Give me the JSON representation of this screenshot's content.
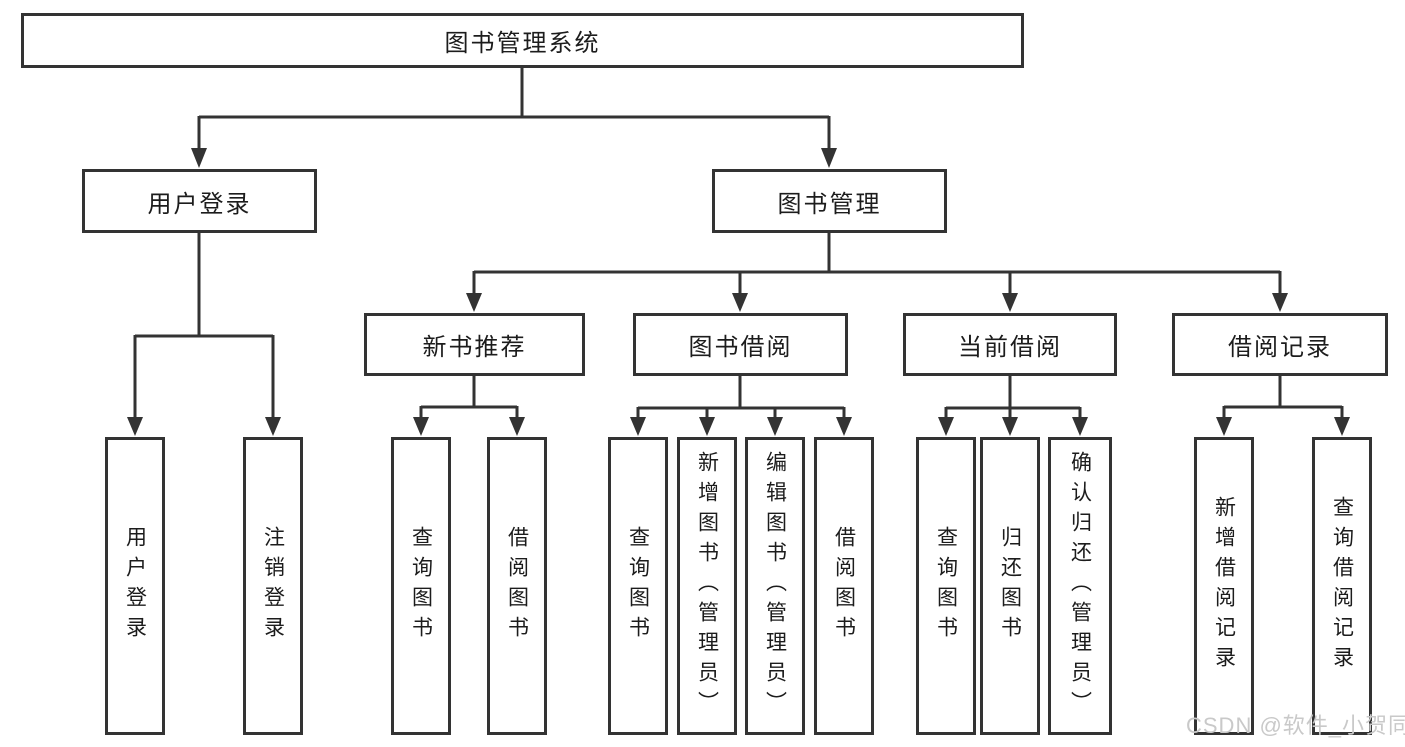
{
  "diagram": {
    "colors": {
      "line": "#333333",
      "text": "#1c1c1c",
      "background": "#ffffff",
      "watermark": "#c9c9c9"
    },
    "watermark": "CSDN @软件_小贺同学",
    "tree": {
      "label": "图书管理系统",
      "children": [
        {
          "label": "用户登录",
          "children": [
            {
              "label": "用户登录"
            },
            {
              "label": "注销登录"
            }
          ]
        },
        {
          "label": "图书管理",
          "children": [
            {
              "label": "新书推荐",
              "children": [
                {
                  "label": "查询图书"
                },
                {
                  "label": "借阅图书"
                }
              ]
            },
            {
              "label": "图书借阅",
              "children": [
                {
                  "label": "查询图书"
                },
                {
                  "label": "新增图书（管理员）"
                },
                {
                  "label": "编辑图书（管理员）"
                },
                {
                  "label": "借阅图书"
                }
              ]
            },
            {
              "label": "当前借阅",
              "children": [
                {
                  "label": "查询图书"
                },
                {
                  "label": "归还图书"
                },
                {
                  "label": "确认归还（管理员）"
                }
              ]
            },
            {
              "label": "借阅记录",
              "children": [
                {
                  "label": "新增借阅记录"
                },
                {
                  "label": "查询借阅记录"
                }
              ]
            }
          ]
        }
      ]
    }
  }
}
